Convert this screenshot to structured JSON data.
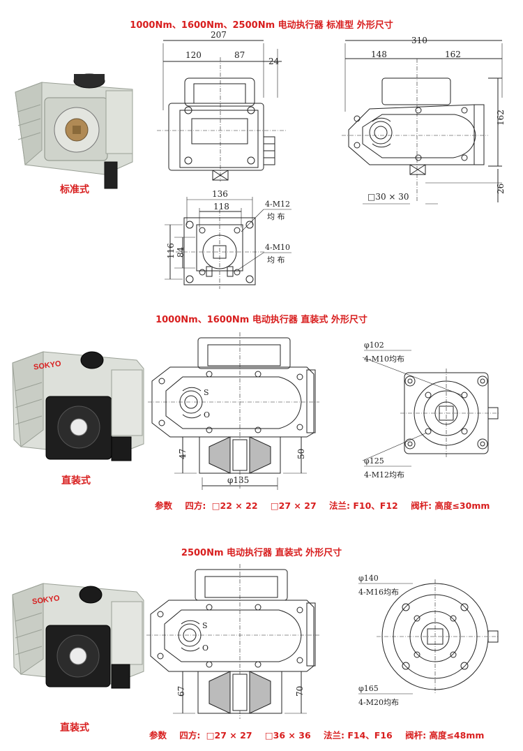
{
  "sections": [
    {
      "title": "1000Nm、1600Nm、2500Nm  电动执行器  标准型  外形尺寸",
      "caption": "标准式",
      "dims": {
        "overall_width": "207",
        "left_part": "120",
        "right_part": "87",
        "offset": "24",
        "side_width": "310",
        "side_left": "148",
        "side_right": "162",
        "side_height": "162",
        "shaft_height": "26",
        "square_drive": "□30 × 30",
        "flange_outer": "136",
        "flange_inner": "118",
        "flange_h_outer": "116",
        "flange_h_inner": "84",
        "bolt_m12": "4-M12",
        "bolt_m12_note": "均  布",
        "bolt_m10": "4-M10",
        "bolt_m10_note": "均  布"
      }
    },
    {
      "title": "1000Nm、1600Nm  电动执行器  直装式  外形尺寸",
      "caption": "直装式",
      "brand": "SOKYO",
      "dims": {
        "h_left": "47",
        "h_right": "50",
        "flange_dia": "φ135",
        "pcd_small": "φ102",
        "pcd_small_bolts": "4-M10均布",
        "pcd_large": "φ125",
        "pcd_large_bolts": "4-M12均布",
        "open_mark": "S",
        "close_mark": "O"
      },
      "params": {
        "label": "参数",
        "square_label": "四方:",
        "square_1": "□22 × 22",
        "square_2": "□27 × 27",
        "flange": "法兰: F10、F12",
        "stem": "阀杆: 高度≤30mm"
      }
    },
    {
      "title": "2500Nm  电动执行器  直装式  外形尺寸",
      "caption": "直装式",
      "brand": "SOKYO",
      "dims": {
        "h_left": "67",
        "h_right": "70",
        "pcd_small": "φ140",
        "pcd_small_bolts": "4-M16均布",
        "pcd_large": "φ165",
        "pcd_large_bolts": "4-M20均布",
        "open_mark": "S",
        "close_mark": "O"
      },
      "params": {
        "label": "参数",
        "square_label": "四方:",
        "square_1": "□27 × 27",
        "square_2": "□36 × 36",
        "flange": "法兰: F14、F16",
        "stem": "阀杆: 高度≤48mm"
      }
    }
  ],
  "colors": {
    "title_red": "#d81e1e",
    "line": "#222222",
    "body_grey": "#d9ddd6"
  }
}
